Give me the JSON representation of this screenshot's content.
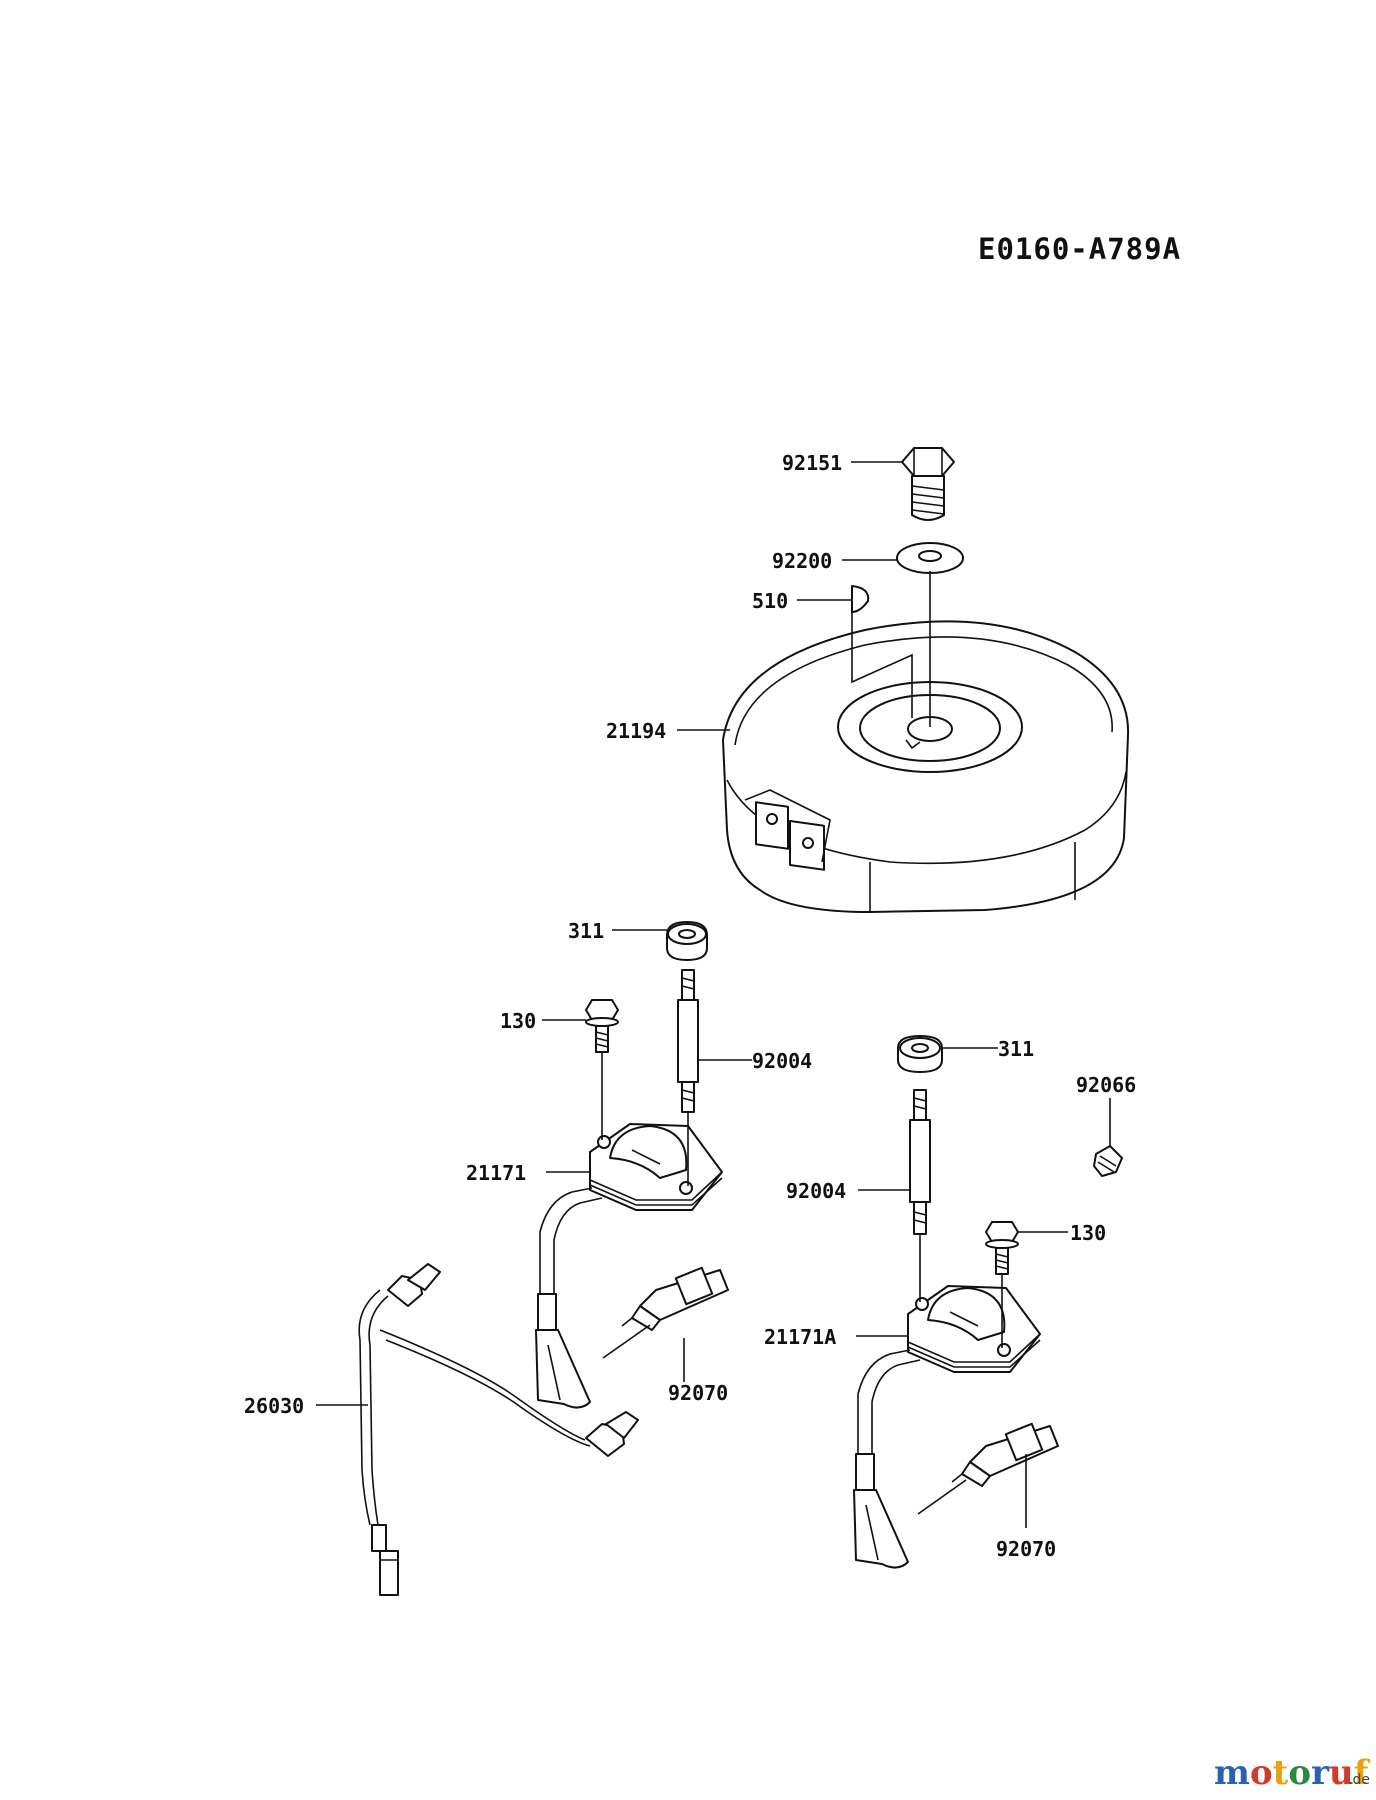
{
  "diagram": {
    "code": "E0160-A789A",
    "parts": [
      {
        "id": "bolt",
        "number": "92151"
      },
      {
        "id": "washer",
        "number": "92200"
      },
      {
        "id": "key",
        "number": "510"
      },
      {
        "id": "flywheel",
        "number": "21194"
      },
      {
        "id": "nut-left",
        "number": "311"
      },
      {
        "id": "bolt-left",
        "number": "130"
      },
      {
        "id": "stud-left",
        "number": "92004"
      },
      {
        "id": "coil-left",
        "number": "21171"
      },
      {
        "id": "harness",
        "number": "26030"
      },
      {
        "id": "plug-left",
        "number": "92070"
      },
      {
        "id": "nut-right",
        "number": "311"
      },
      {
        "id": "clip",
        "number": "92066"
      },
      {
        "id": "stud-right",
        "number": "92004"
      },
      {
        "id": "bolt-right",
        "number": "130"
      },
      {
        "id": "coil-right",
        "number": "21171A"
      },
      {
        "id": "plug-right",
        "number": "92070"
      }
    ]
  },
  "logo": {
    "letters": [
      "m",
      "o",
      "t",
      "o",
      "r",
      "u",
      "f"
    ],
    "suffix": ".de",
    "colors": [
      "#2a64b0",
      "#d23a2a",
      "#e8a20c",
      "#2a8a3c",
      "#2a64b0",
      "#d23a2a",
      "#e8a20c"
    ]
  }
}
